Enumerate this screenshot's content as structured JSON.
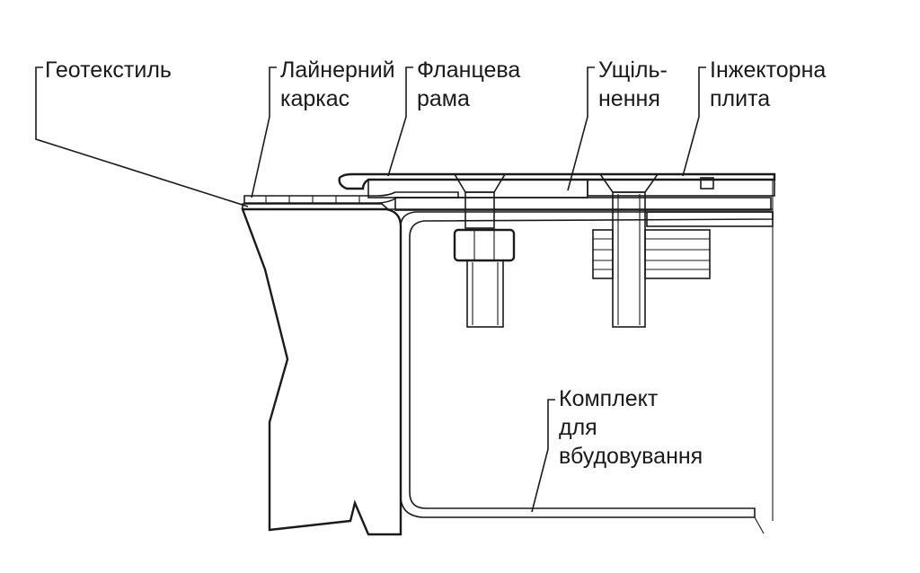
{
  "labels": {
    "geotextile": "Геотекстиль",
    "liner_frame_1": "Лайнерний",
    "liner_frame_2": "каркас",
    "flange_frame_1": "Фланцева",
    "flange_frame_2": "рама",
    "seal_1": "Ущіль-",
    "seal_2": "нення",
    "injector_plate_1": "Інжекторна",
    "injector_plate_2": "плита",
    "kit_1": "Комплект",
    "kit_2": "для",
    "kit_3": "вбудовування"
  },
  "colors": {
    "line": "#1a1a1a",
    "background": "#ffffff"
  }
}
